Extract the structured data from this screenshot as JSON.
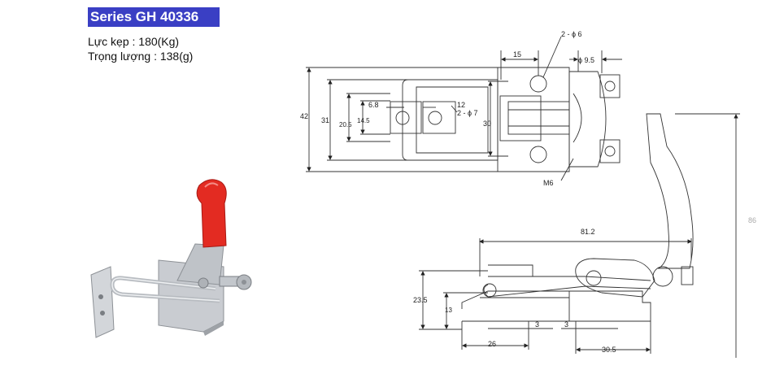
{
  "title": "Series GH 40336",
  "specs": {
    "force": "Lực kẹp : 180(Kg)",
    "weight": "Trọng lượng : 138(g)"
  },
  "colors": {
    "title_bg": "#3a3fc4",
    "handle_red": "#e32b22",
    "steel": "#c9ccd1"
  },
  "top_view": {
    "d_42": "42",
    "d_31": "31",
    "d_20_5": "20.5",
    "d_14_5": "14.5",
    "d_6_8": "6.8",
    "d_12": "12",
    "d_2phi7": "2 - ϕ 7",
    "d_30": "30",
    "d_15": "15",
    "d_2phi6": "2 - ϕ 6",
    "d_phi9_5": "ϕ 9.5",
    "d_m6": "M6"
  },
  "side_view": {
    "d_81_2": "81.2",
    "d_23_5": "23.5",
    "d_13": "13",
    "d_26": "26",
    "d_3a": "3",
    "d_3b": "3",
    "d_30_5": "30.5",
    "d_86": "86"
  }
}
